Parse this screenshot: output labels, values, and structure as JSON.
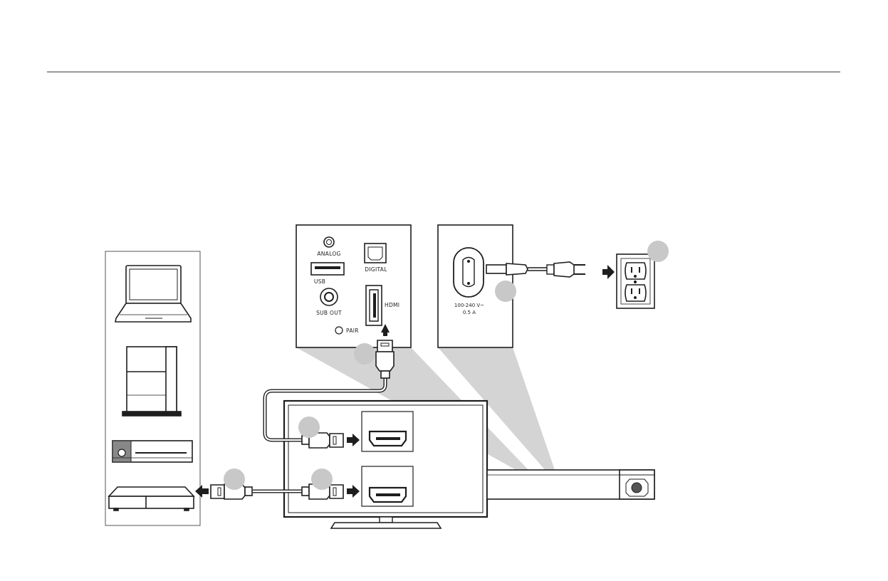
{
  "ports": {
    "analog": "ANALOG",
    "usb": "USB",
    "digital": "DIGITAL",
    "sub_out": "SUB OUT",
    "hdmi": "HDMI",
    "pair": "PAIR"
  },
  "power": {
    "rating_voltage": "100-240 V~",
    "rating_current": "0.5 A"
  },
  "colors": {
    "line": "#1e1e1e",
    "step_marker": "#c8c8c8",
    "projection": "#d4d4d4"
  },
  "icons": [
    "laptop-icon",
    "game-console-vertical-icon",
    "game-console-icon",
    "set-top-box-icon",
    "tv-icon",
    "soundbar-icon",
    "wall-outlet-icon",
    "power-plug-icon",
    "hdmi-plug-icon",
    "arrow-icon"
  ]
}
